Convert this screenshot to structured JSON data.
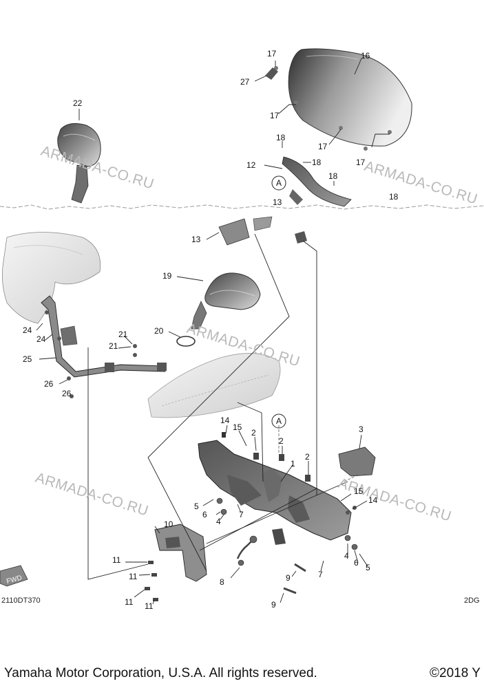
{
  "watermark": "ARMADA-CO.RU",
  "diagram_code_left": "2110DT370",
  "diagram_code_right": "2DG",
  "fwd_label": "FWD",
  "ref_marker": "A",
  "footer": {
    "copyright": "Yamaha Motor Corporation, U.S.A. All rights reserved.",
    "year": "©2018 Y"
  },
  "callouts": {
    "c1": "1",
    "c2a": "2",
    "c2b": "2",
    "c2c": "2",
    "c3": "3",
    "c4a": "4",
    "c4b": "4",
    "c5a": "5",
    "c5b": "5",
    "c6a": "6",
    "c6b": "6",
    "c7a": "7",
    "c7b": "7",
    "c8": "8",
    "c9a": "9",
    "c9b": "9",
    "c10": "10",
    "c11a": "11",
    "c11b": "11",
    "c11c": "11",
    "c11d": "11",
    "c12": "12",
    "c13a": "13",
    "c13b": "13",
    "c14a": "14",
    "c14b": "14",
    "c15a": "15",
    "c15b": "15",
    "c16": "16",
    "c17a": "17",
    "c17b": "17",
    "c17c": "17",
    "c17d": "17",
    "c18a": "18",
    "c18b": "18",
    "c18c": "18",
    "c18d": "18",
    "c19": "19",
    "c20": "20",
    "c21a": "21",
    "c21b": "21",
    "c22": "22",
    "c24a": "24",
    "c24b": "24",
    "c25": "25",
    "c26a": "26",
    "c26b": "26",
    "c27": "27"
  },
  "colors": {
    "ink": "#111111",
    "part_dark": "#3a3a3a",
    "part_mid": "#8a8a8a",
    "part_light": "#d9d9d9",
    "watermark": "#b9b9b9"
  }
}
